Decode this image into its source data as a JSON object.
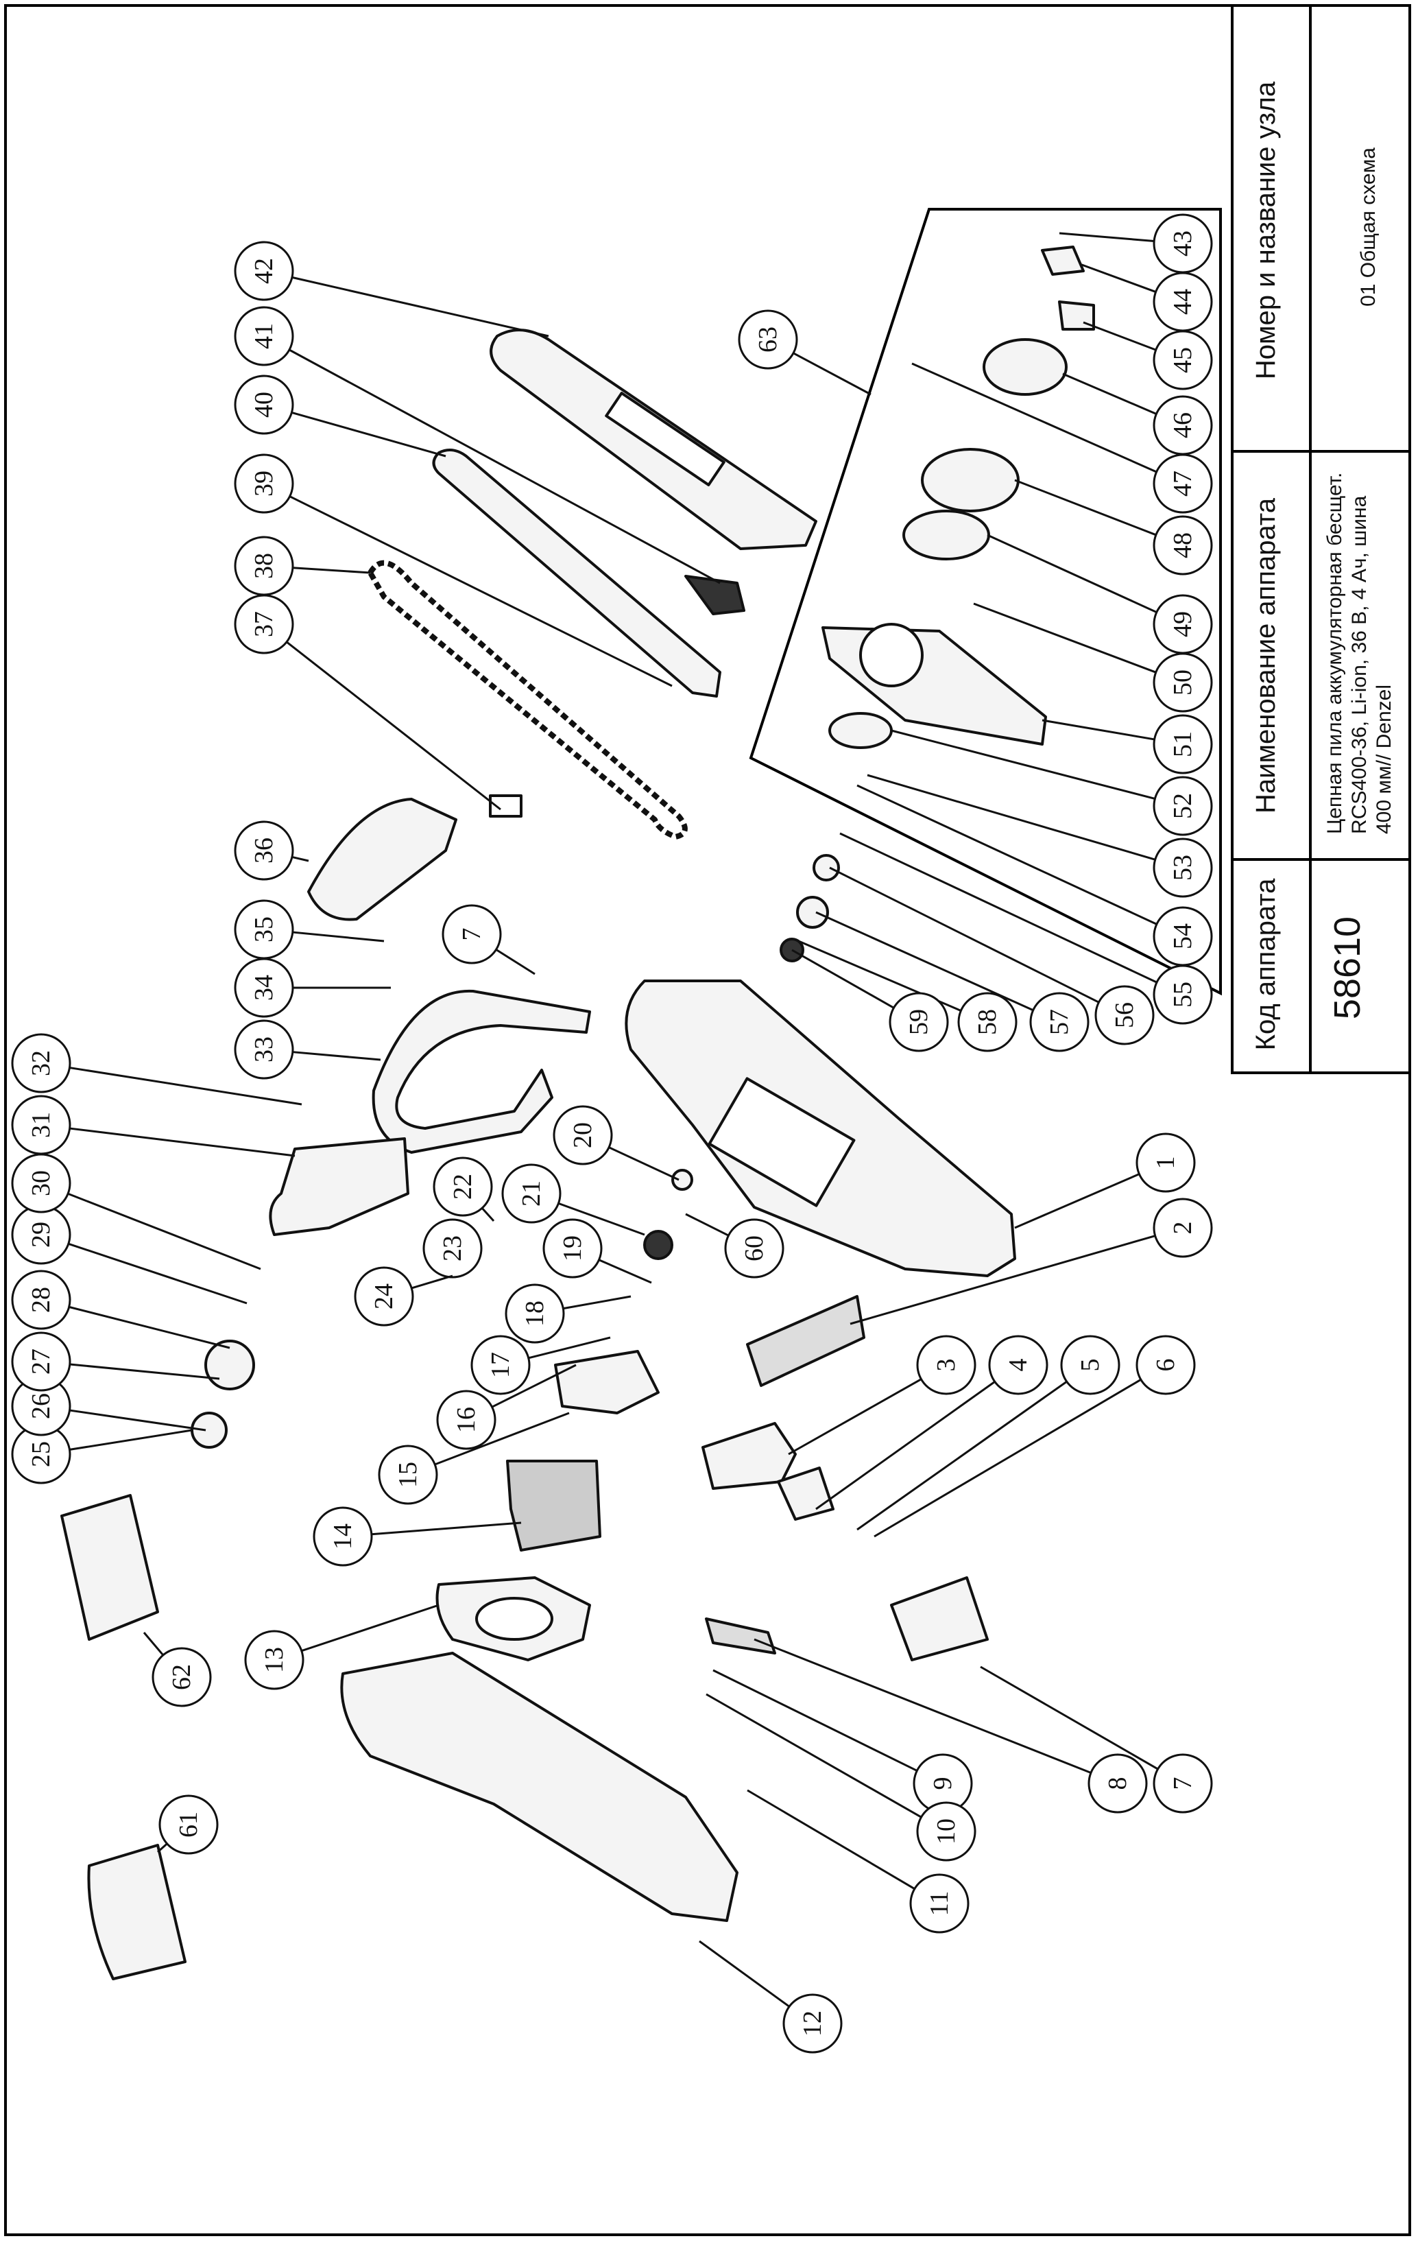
{
  "title_block": {
    "code_header": "Код аппарата",
    "code_value": "58610",
    "name_header": "Наименование аппарата",
    "name_value_lines": [
      "Цепная пила аккумуляторная бесщет.",
      "RCS400-36, Li-ion, 36 В, 4 Ач, шина",
      "400 мм// Denzel"
    ],
    "node_header": "Номер и название узла",
    "node_value": "01 Общая схема"
  },
  "callouts": [
    "1",
    "2",
    "3",
    "4",
    "5",
    "6",
    "7",
    "7",
    "8",
    "9",
    "10",
    "11",
    "12",
    "13",
    "14",
    "15",
    "16",
    "17",
    "18",
    "19",
    "20",
    "21",
    "22",
    "23",
    "24",
    "25",
    "26",
    "27",
    "28",
    "29",
    "30",
    "31",
    "32",
    "33",
    "34",
    "35",
    "36",
    "37",
    "38",
    "39",
    "40",
    "41",
    "42",
    "43",
    "44",
    "45",
    "46",
    "47",
    "48",
    "49",
    "50",
    "51",
    "52",
    "53",
    "54",
    "55",
    "56",
    "57",
    "58",
    "59",
    "60",
    "61",
    "62",
    "63"
  ]
}
